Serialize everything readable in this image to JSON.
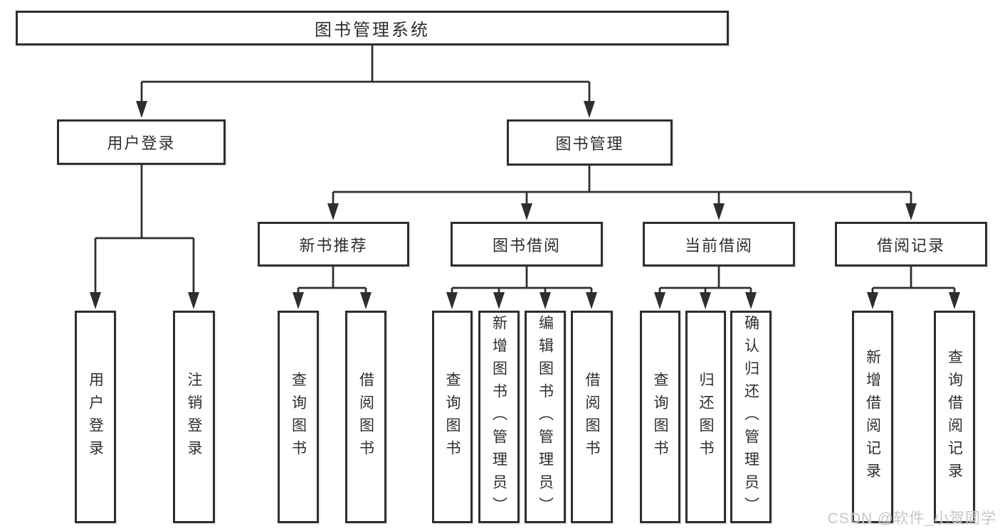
{
  "nodes": {
    "root": {
      "label": "图书管理系统"
    },
    "user_login": {
      "label": "用户登录"
    },
    "book_management": {
      "label": "图书管理"
    },
    "new_book_recommend": {
      "label": "新书推荐"
    },
    "book_borrowing": {
      "label": "图书借阅"
    },
    "current_borrowing": {
      "label": "当前借阅"
    },
    "borrowing_records": {
      "label": "借阅记录"
    },
    "ul_user_login": {
      "label": "用户登录"
    },
    "ul_logout": {
      "label": "注销登录"
    },
    "nb_query_books": {
      "label": "查询图书"
    },
    "nb_borrow_books": {
      "label": "借阅图书"
    },
    "bb_query_books": {
      "label": "查询图书"
    },
    "bb_add_books": {
      "label": "新增图书（管理员）"
    },
    "bb_edit_books": {
      "label": "编辑图书（管理员）"
    },
    "bb_borrow_books": {
      "label": "借阅图书"
    },
    "cb_query_books": {
      "label": "查询图书"
    },
    "cb_return_books": {
      "label": "归还图书"
    },
    "cb_confirm_return": {
      "label": "确认归还（管理员）"
    },
    "br_add_record": {
      "label": "新增借阅记录"
    },
    "br_query_record": {
      "label": "查询借阅记录"
    }
  },
  "structure": {
    "图书管理系统": {
      "用户登录": [
        "用户登录",
        "注销登录"
      ],
      "图书管理": {
        "新书推荐": [
          "查询图书",
          "借阅图书"
        ],
        "图书借阅": [
          "查询图书",
          "新增图书（管理员）",
          "编辑图书（管理员）",
          "借阅图书"
        ],
        "当前借阅": [
          "查询图书",
          "归还图书",
          "确认归还（管理员）"
        ],
        "借阅记录": [
          "新增借阅记录",
          "查询借阅记录"
        ]
      }
    }
  },
  "watermark": {
    "text": "CSDN @软件_小贺同学"
  },
  "colors": {
    "line": "#2e2e2e",
    "box_border": "#2e2e2e",
    "box_fill": "#ffffff",
    "text": "#2e2e2e",
    "background": "#ffffff",
    "watermark": "#c6c6c6"
  }
}
